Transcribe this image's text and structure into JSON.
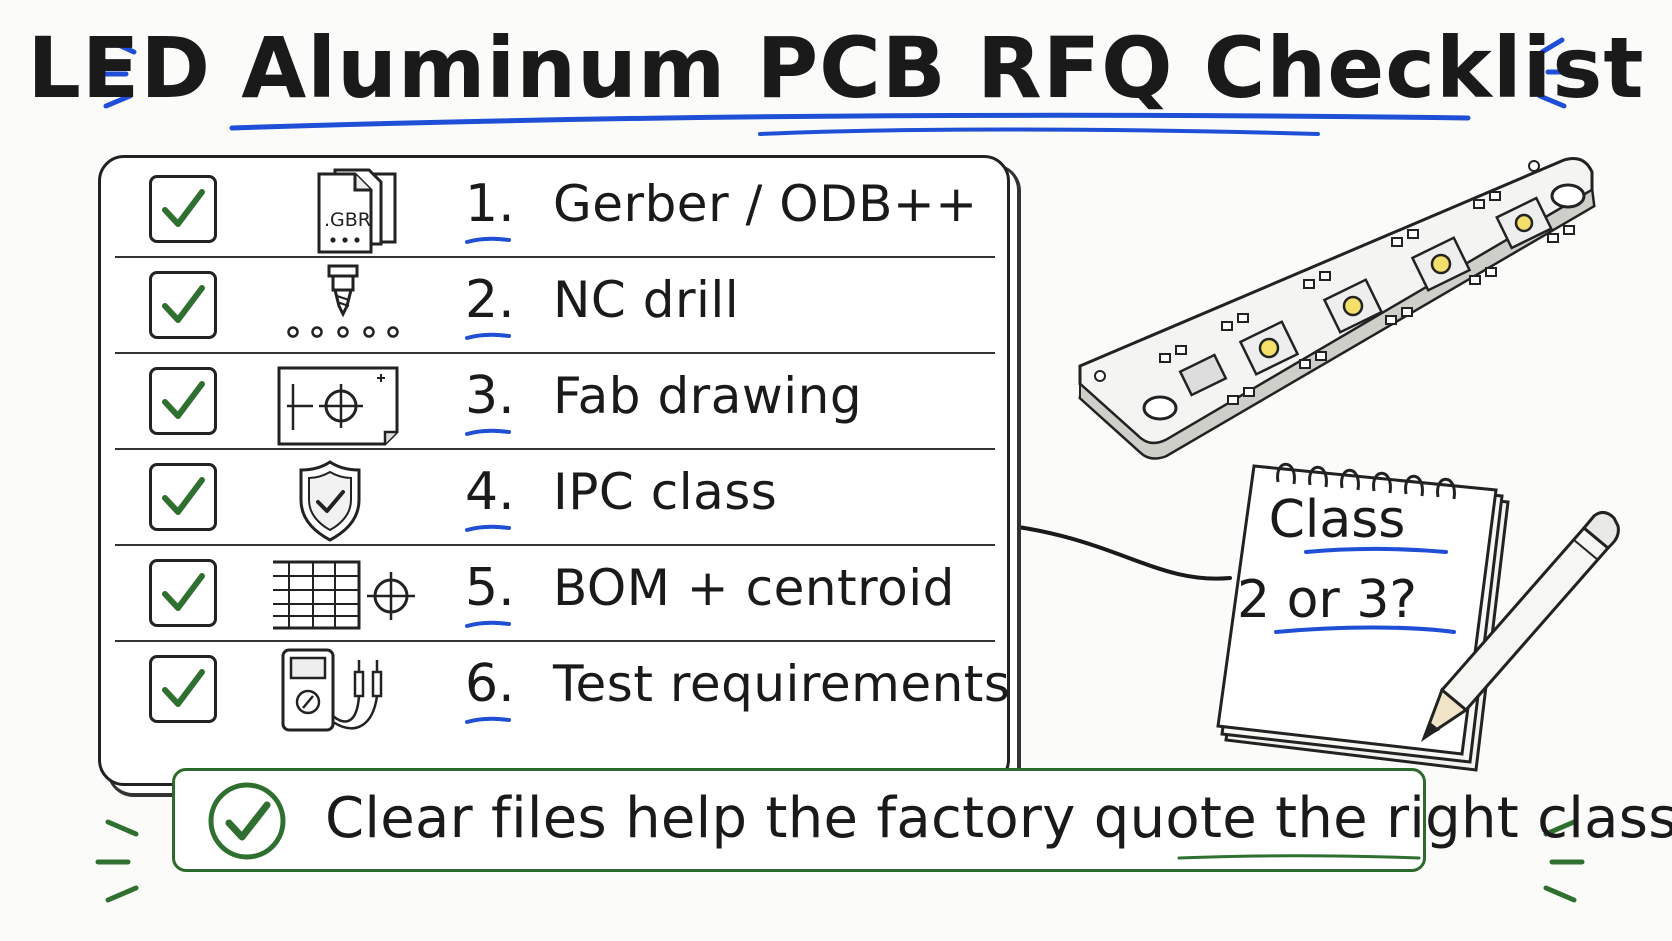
{
  "title": "LED Aluminum PCB RFQ Checklist",
  "colors": {
    "accent_blue": "#1f4fd6",
    "check_green": "#2f6f2f",
    "ink": "#1a1a1a",
    "led_yellow": "#f3df6a"
  },
  "checklist": [
    {
      "num": "1.",
      "label": "Gerber / ODB++",
      "icon": "gerber-file-icon",
      "icon_text": ".GBR",
      "checked": true
    },
    {
      "num": "2.",
      "label": "NC drill",
      "icon": "drill-bit-icon",
      "checked": true
    },
    {
      "num": "3.",
      "label": "Fab drawing",
      "icon": "fab-drawing-icon",
      "checked": true
    },
    {
      "num": "4.",
      "label": "IPC class",
      "icon": "shield-check-icon",
      "checked": true
    },
    {
      "num": "5.",
      "label": "BOM + centroid",
      "icon": "bom-centroid-icon",
      "checked": true
    },
    {
      "num": "6.",
      "label": "Test requirements",
      "icon": "multimeter-icon",
      "checked": true
    }
  ],
  "notepad": {
    "line1": "Class",
    "line2": "2 or 3?"
  },
  "banner": {
    "text": "Clear files help the factory quote the right class."
  }
}
